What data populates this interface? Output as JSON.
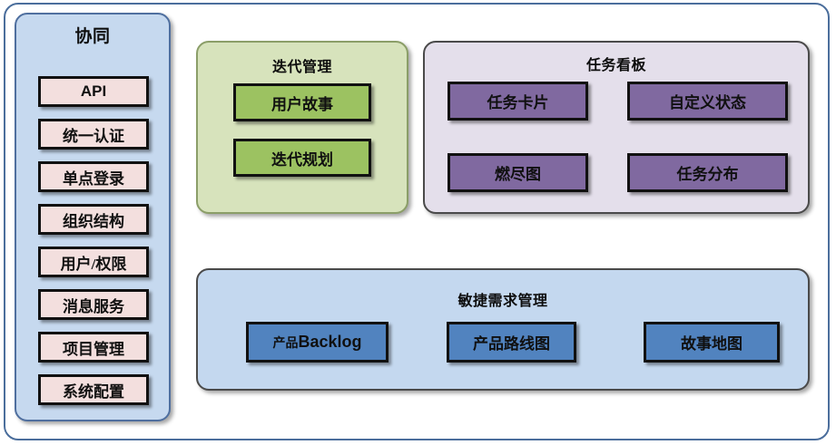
{
  "diagram": {
    "sidebar": {
      "title": "协同",
      "items": [
        {
          "label": "API",
          "script": "latin"
        },
        {
          "label": "统一认证",
          "script": "cjk"
        },
        {
          "label": "单点登录",
          "script": "cjk"
        },
        {
          "label": "组织结构",
          "script": "cjk"
        },
        {
          "label": "用户/权限",
          "script": "cjk"
        },
        {
          "label": "消息服务",
          "script": "cjk"
        },
        {
          "label": "项目管理",
          "script": "cjk"
        },
        {
          "label": "系统配置",
          "script": "cjk"
        }
      ]
    },
    "iteration_panel": {
      "title": "迭代管理",
      "items": [
        {
          "label": "用户故事"
        },
        {
          "label": "迭代规划"
        }
      ]
    },
    "taskboard_panel": {
      "title": "任务看板",
      "items": [
        {
          "label": "任务卡片"
        },
        {
          "label": "自定义状态"
        },
        {
          "label": "燃尽图"
        },
        {
          "label": "任务分布"
        }
      ]
    },
    "requirements_panel": {
      "title": "敏捷需求管理",
      "items": [
        {
          "label_cn": "产品",
          "label_en": "Backlog"
        },
        {
          "label": "产品路线图"
        },
        {
          "label": "故事地图"
        }
      ]
    },
    "colors": {
      "outer_border": "#4b6e9c",
      "sidebar_bg": "#c6d9ef",
      "sidebar_border": "#4f6f9f",
      "sidebar_item_bg": "#f3dfde",
      "green_panel_bg": "#d7e3bc",
      "green_panel_border": "#8b9e68",
      "green_box_bg": "#9cc261",
      "purple_panel_bg": "#e4dfeb",
      "purple_box_bg": "#8069a0",
      "blue_panel_bg": "#c4d8ef",
      "blue_box_bg": "#5183bf",
      "box_border": "#111111"
    }
  }
}
